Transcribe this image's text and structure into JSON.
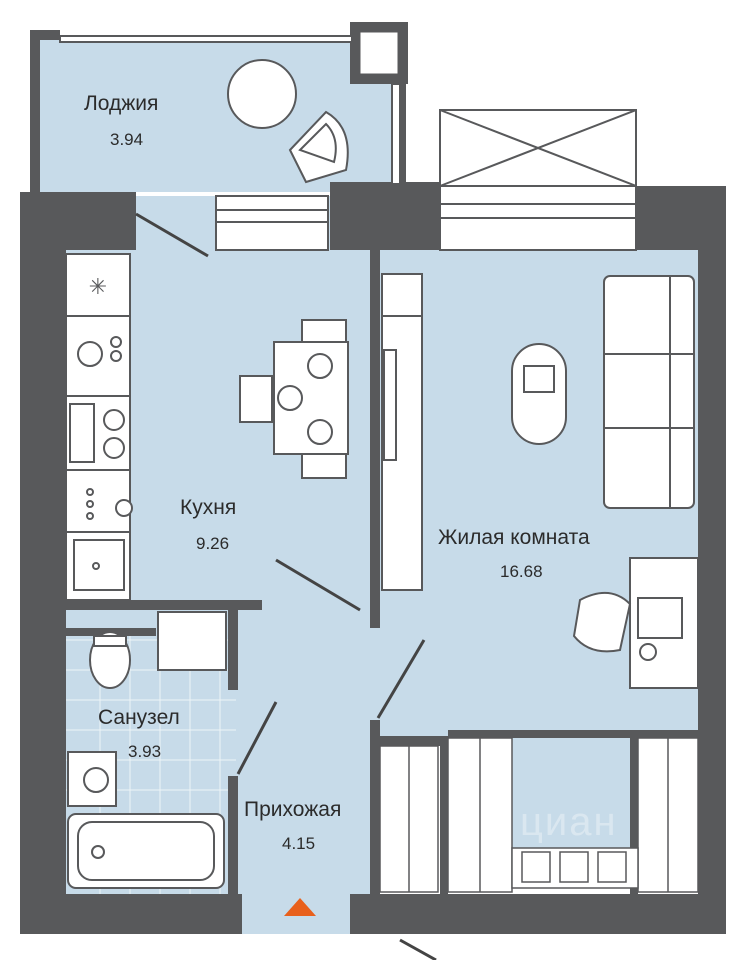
{
  "rooms": {
    "loggia": {
      "name": "Лоджия",
      "area": "3.94"
    },
    "kitchen": {
      "name": "Кухня",
      "area": "9.26"
    },
    "living": {
      "name": "Жилая комната",
      "area": "16.68"
    },
    "bathroom": {
      "name": "Санузел",
      "area": "3.93"
    },
    "hallway": {
      "name": "Прихожая",
      "area": "4.15"
    }
  },
  "watermark": "циан",
  "colors": {
    "floor": "#c7dbe9",
    "wall": "#58595b",
    "line": "#444444",
    "furniture": "#ffffff",
    "entrance_marker": "#e8601c"
  },
  "icons": [
    "snowflake-icon",
    "entrance-arrow-icon"
  ]
}
